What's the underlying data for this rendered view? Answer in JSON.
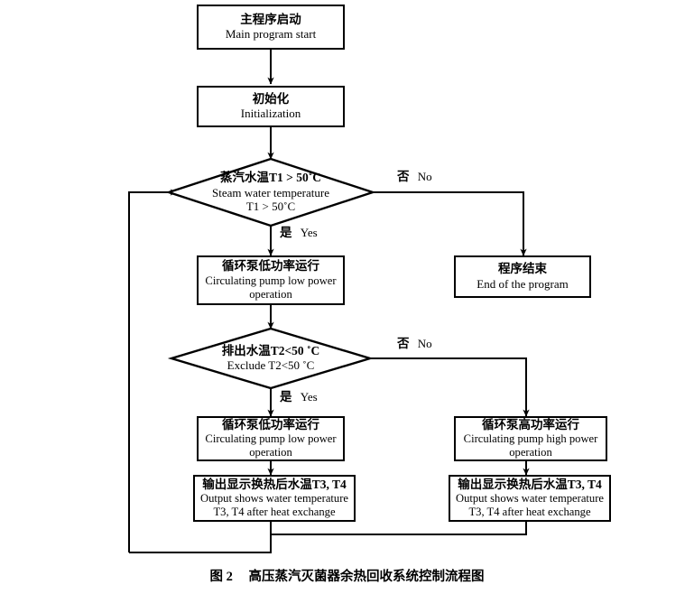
{
  "figure": {
    "caption_number": "图 2",
    "caption_text": "高压蒸汽灭菌器余热回收系统控制流程图"
  },
  "nodes": {
    "start": {
      "cn": "主程序启动",
      "en": "Main program start"
    },
    "init": {
      "cn": "初始化",
      "en": "Initialization"
    },
    "decision1": {
      "cn": "蒸汽水温T1 > 50˚C",
      "en_line1": "Steam water temperature",
      "en_line2": "T1 > 50˚C"
    },
    "pump_low_1": {
      "cn": "循环泵低功率运行",
      "en_line1": "Circulating pump low power",
      "en_line2": "operation"
    },
    "end_program": {
      "cn": "程序结束",
      "en": "End of the program"
    },
    "decision2": {
      "cn": "排出水温T2<50 ˚C",
      "en": "Exclude T2<50 ˚C"
    },
    "pump_low_2": {
      "cn": "循环泵低功率运行",
      "en_line1": "Circulating pump low power",
      "en_line2": "operation"
    },
    "pump_high": {
      "cn": "循环泵高功率运行",
      "en_line1": "Circulating pump high power",
      "en_line2": "operation"
    },
    "output_left": {
      "cn": "输出显示换热后水温T3, T4",
      "en_line1": "Output shows water temperature",
      "en_line2": "T3, T4 after heat exchange"
    },
    "output_right": {
      "cn": "输出显示换热后水温T3, T4",
      "en_line1": "Output shows water temperature",
      "en_line2": "T3, T4 after heat exchange"
    }
  },
  "edge_labels": {
    "d1_no_cn": "否",
    "d1_no_en": "No",
    "d1_yes_cn": "是",
    "d1_yes_en": "Yes",
    "d2_no_cn": "否",
    "d2_no_en": "No",
    "d2_yes_cn": "是",
    "d2_yes_en": "Yes"
  },
  "colors": {
    "stroke": "#000000",
    "background": "#ffffff"
  }
}
